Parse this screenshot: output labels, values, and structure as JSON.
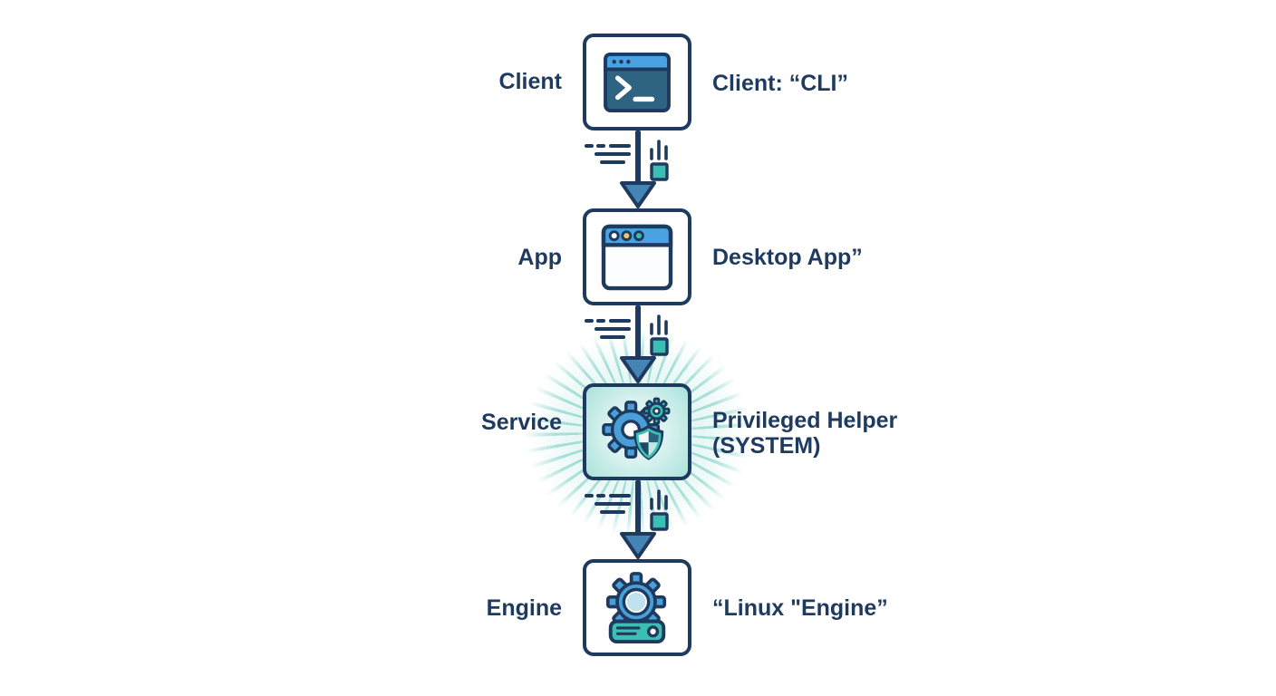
{
  "diagram": {
    "title": "Client to Engine privileged-helper architecture flow",
    "nodes": [
      {
        "id": "client",
        "left_label": "Client",
        "right_label": "Client: “CLI”",
        "icon": "terminal-icon",
        "highlighted": false
      },
      {
        "id": "app",
        "left_label": "App",
        "right_label": "Desktop App”",
        "icon": "app-window-icon",
        "highlighted": false
      },
      {
        "id": "service",
        "left_label": "Service",
        "right_label_lines": [
          "Privileged Helper",
          "(SYSTEM)"
        ],
        "icon": "gears-shield-icon",
        "highlighted": true
      },
      {
        "id": "engine",
        "left_label": "Engine",
        "right_label": "“Linux \"Engine”",
        "icon": "gear-server-icon",
        "highlighted": false
      }
    ],
    "connectors": [
      {
        "from": "client",
        "to": "app",
        "icons": [
          "speed-lines-icon",
          "data-transfer-icon",
          "arrow-down-icon"
        ]
      },
      {
        "from": "app",
        "to": "service",
        "icons": [
          "speed-lines-icon",
          "data-transfer-icon",
          "arrow-down-icon"
        ]
      },
      {
        "from": "service",
        "to": "engine",
        "icons": [
          "speed-lines-icon",
          "data-transfer-icon",
          "arrow-down-icon"
        ]
      }
    ],
    "colors": {
      "background": "#ffffff",
      "outline_navy": "#1f3a5f",
      "text_navy": "#1f3a5f",
      "accent_blue": "#4a9fd8",
      "titlebar_blue": "#4aa2e2",
      "arrow_fill_blue": "#4585b5",
      "teal": "#3bbfb2",
      "glow_teal": "#aee3dd",
      "terminal_body": "#2e6382",
      "dot_yellow": "#eacc5a",
      "dot_green": "#3ec0a0"
    }
  }
}
